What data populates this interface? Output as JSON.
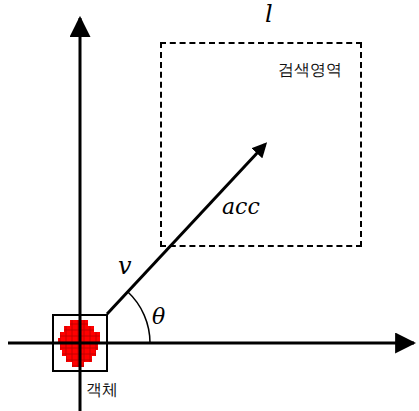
{
  "diagram": {
    "nodes": [
      {
        "text": [
          "객체"
        ]
      },
      {
        "text": [
          "검색영역"
        ]
      }
    ],
    "edges": [
      {
        "from": 0,
        "to": 1,
        "arrow": "to",
        "label": "v"
      }
    ],
    "labels": [
      "l",
      "acc",
      "θ"
    ]
  }
}
